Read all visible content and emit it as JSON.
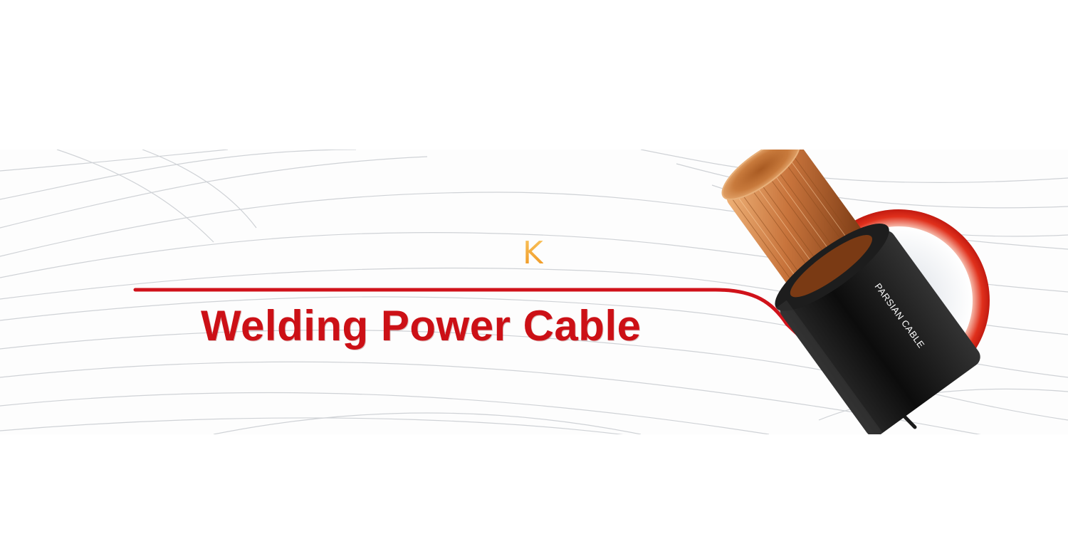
{
  "banner": {
    "series_letter": "K",
    "headline": "Welding Power Cable",
    "cable_print": "PARSIAN CABLE"
  },
  "colors": {
    "headline_red": "#cc1016",
    "accent_orange": "#f2a431",
    "cable_black": "#111111",
    "copper": "#c8743c"
  }
}
